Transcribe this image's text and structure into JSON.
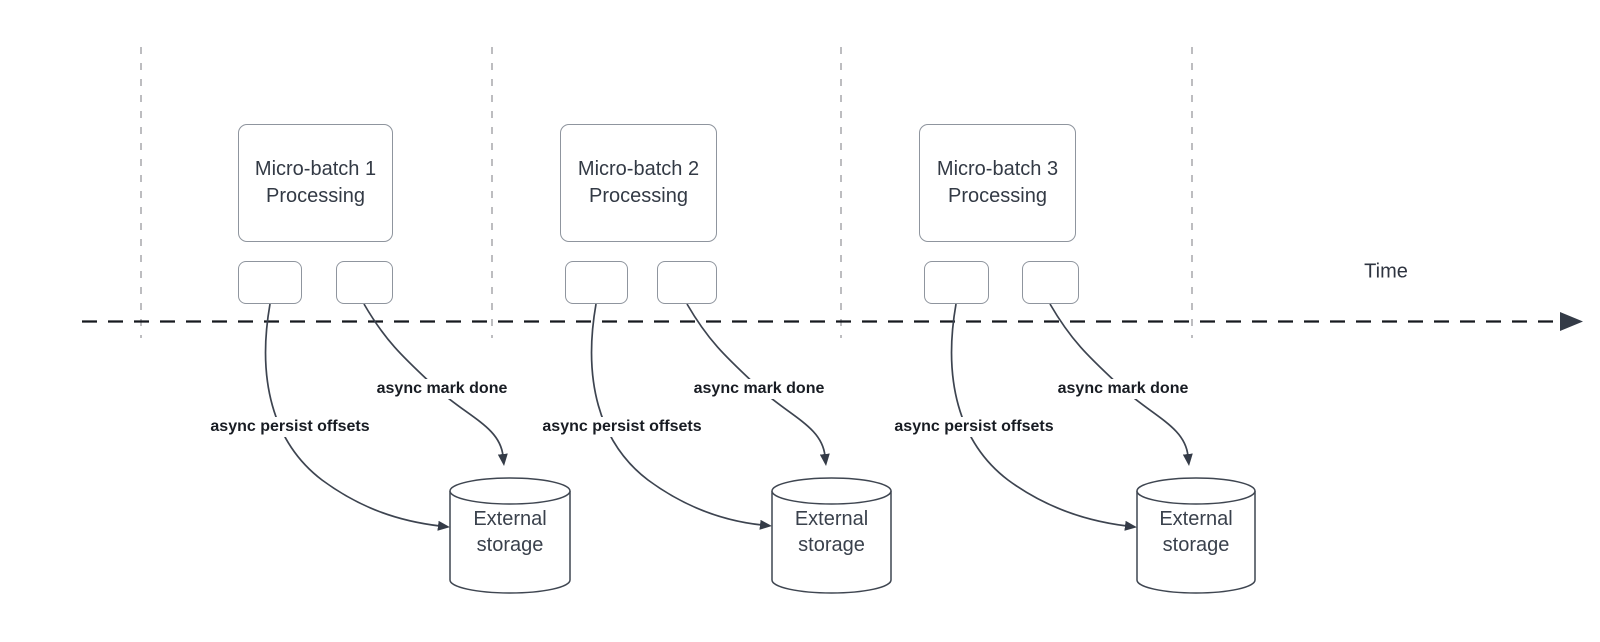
{
  "diagram": {
    "time_axis_label": "Time",
    "groups": [
      {
        "title_line1": "Micro-batch 1",
        "title_line2": "Processing",
        "persist_label": "async persist offsets",
        "done_label": "async mark done",
        "storage_line1": "External",
        "storage_line2": "storage"
      },
      {
        "title_line1": "Micro-batch 2",
        "title_line2": "Processing",
        "persist_label": "async persist offsets",
        "done_label": "async mark done",
        "storage_line1": "External",
        "storage_line2": "storage"
      },
      {
        "title_line1": "Micro-batch 3",
        "title_line2": "Processing",
        "persist_label": "async persist offsets",
        "done_label": "async mark done",
        "storage_line1": "External",
        "storage_line2": "storage"
      }
    ],
    "colors": {
      "background": "#ffffff",
      "curve_stroke": "#3d4450",
      "arrowhead_fill": "#343b47",
      "timeline_stroke": "#16191f",
      "gridline_stroke": "#a7a7ac",
      "box_border": "#8f959e",
      "box_text": "#333a45",
      "edge_label_text": "#181c23",
      "storage_text": "#3a414c",
      "cylinder_stroke": "#3f4651"
    }
  }
}
